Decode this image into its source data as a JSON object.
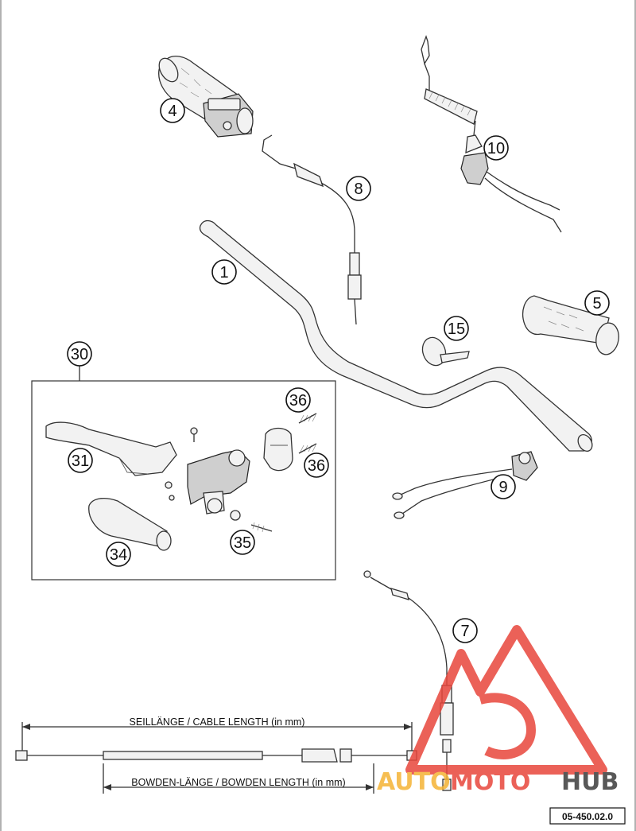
{
  "callouts": [
    {
      "id": "1",
      "label": "1"
    },
    {
      "id": "4",
      "label": "4"
    },
    {
      "id": "5",
      "label": "5"
    },
    {
      "id": "7",
      "label": "7"
    },
    {
      "id": "8",
      "label": "8"
    },
    {
      "id": "9",
      "label": "9"
    },
    {
      "id": "10",
      "label": "10"
    },
    {
      "id": "15",
      "label": "15"
    },
    {
      "id": "30",
      "label": "30"
    },
    {
      "id": "31",
      "label": "31"
    },
    {
      "id": "34",
      "label": "34"
    },
    {
      "id": "35",
      "label": "35"
    },
    {
      "id": "36a",
      "label": "36"
    },
    {
      "id": "36b",
      "label": "36"
    }
  ],
  "dimensions": {
    "cable_length": "SEILLÄNGE / CABLE LENGTH (in mm)",
    "bowden_length": "BOWDEN-LÄNGE / BOWDEN LENGTH (in mm)"
  },
  "drawing_code": "05-450.02.0",
  "watermark": {
    "auto": "AUTO",
    "moto": "MOTO",
    "hub": "HUB",
    "colors": {
      "auto": "#f5b335",
      "moto": "#e8463c",
      "hub": "#3b3b3b",
      "logo": "#e8463c"
    }
  }
}
